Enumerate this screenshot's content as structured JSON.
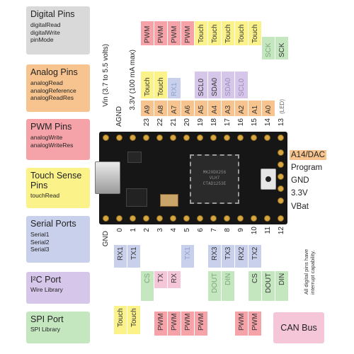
{
  "legend": [
    {
      "title": "Digital Pins",
      "subs": [
        "digitalRead",
        "digitalWrite",
        "pinMode"
      ],
      "color": "#d9d9d9"
    },
    {
      "title": "Analog Pins",
      "subs": [
        "analogRead",
        "analogReference",
        "analogReadRes"
      ],
      "color": "#f7c48f"
    },
    {
      "title": "PWM Pins",
      "subs": [
        "analogWrite",
        "analogWriteRes"
      ],
      "color": "#f5a3a8"
    },
    {
      "title": "Touch Sense Pins",
      "subs": [
        "touchRead"
      ],
      "color": "#fbf28a"
    },
    {
      "title": "Serial Ports",
      "subs": [
        "Serial1",
        "Serial2",
        "Serial3"
      ],
      "color": "#c9d0ec"
    },
    {
      "title": "I²C Port",
      "subs": [
        "Wire Library"
      ],
      "color": "#d6c7ea"
    },
    {
      "title": "SPI Port",
      "subs": [
        "SPI Library"
      ],
      "color": "#c4e7c0"
    }
  ],
  "top_labels": {
    "power": [
      "Vin (3.7 to 5.5 volts)",
      "AGND",
      "3.3V (100 mA max)"
    ],
    "pin_numbers": [
      "23",
      "22",
      "21",
      "20",
      "19",
      "18",
      "17",
      "16",
      "15",
      "14",
      "13"
    ],
    "analog": [
      "A9",
      "A8",
      "A7",
      "A6",
      "A5",
      "A4",
      "A3",
      "A2",
      "A1",
      "A0"
    ],
    "led": "(LED)",
    "row1_touch": [
      "Touch",
      "Touch"
    ],
    "row1_rx": "RX1",
    "row1_i2c": [
      "SCL0",
      "SDA0",
      "SDA0",
      "SCL0"
    ],
    "pwm_top": [
      "PWM",
      "PWM",
      "PWM",
      "PWM"
    ],
    "touch_top": [
      "Touch",
      "Touch",
      "Touch",
      "Touch",
      "Touch"
    ],
    "sck": [
      "SCK",
      "SCK"
    ]
  },
  "right_labels": [
    "A14/DAC",
    "Program",
    "GND",
    "3.3V",
    "VBat"
  ],
  "bottom": {
    "gnd": "GND",
    "pin_numbers": [
      "0",
      "1",
      "2",
      "3",
      "4",
      "5",
      "6",
      "7",
      "8",
      "9",
      "10",
      "11",
      "12"
    ],
    "serial_row": [
      "RX1",
      "TX1",
      "TX1",
      "RX3",
      "TX3",
      "RX2",
      "TX2"
    ],
    "cs_row": [
      "CS",
      "TX",
      "RX",
      "DOUT",
      "DIN",
      "CS",
      "DOUT",
      "DIN"
    ],
    "touch": [
      "Touch",
      "Touch"
    ],
    "pwm": [
      "PWM",
      "PWM",
      "PWM",
      "PWM",
      "PWM",
      "PWM"
    ],
    "note": "All digital pins have interrupt capability.",
    "can_bus": "CAN Bus"
  },
  "chip_text": [
    "MK20DX256",
    "VLH7",
    "CTAD1253E"
  ]
}
